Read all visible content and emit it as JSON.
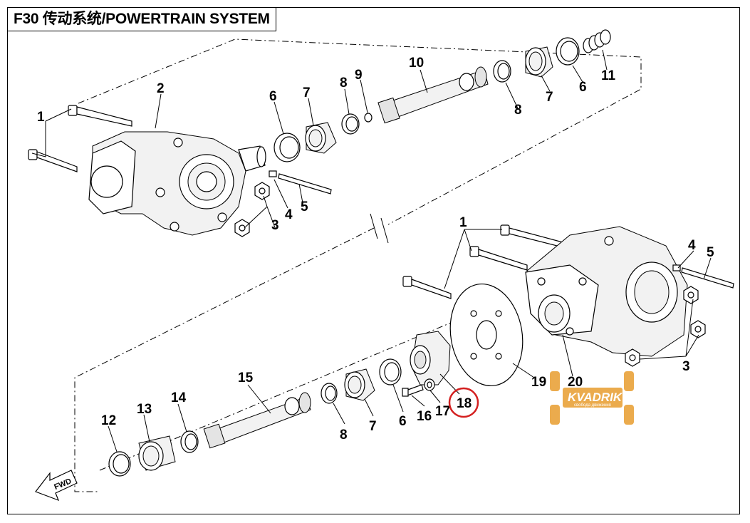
{
  "title": "F30 传动系统/POWERTRAIN SYSTEM",
  "callouts": {
    "top": [
      "1",
      "2",
      "3",
      "4",
      "5",
      "6",
      "7",
      "8",
      "9",
      "10",
      "8",
      "7",
      "6",
      "11"
    ],
    "bottom": [
      "1",
      "4",
      "5",
      "3",
      "19",
      "20",
      "18",
      "17",
      "16",
      "6",
      "7",
      "8",
      "15",
      "14",
      "13",
      "12"
    ]
  },
  "highlighted_part": "18",
  "highlight_color": "#d42020",
  "watermark": {
    "brand": "KVADRIK",
    "tagline": "свобода движения",
    "color": "#e9a23a"
  },
  "direction_arrow": "FWD"
}
